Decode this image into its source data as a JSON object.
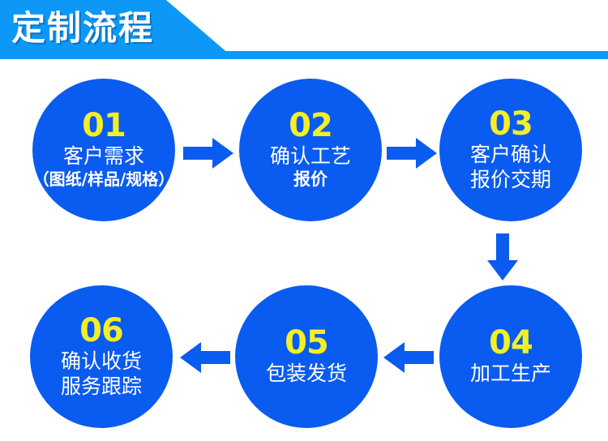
{
  "banner": {
    "title": "定制流程",
    "color": "#0d97f7",
    "title_color": "#ffffff"
  },
  "theme": {
    "circle_color": "#0a5bf0",
    "number_color": "#f2ef26",
    "text_color": "#ffffff",
    "arrow_color": "#0a5bf0",
    "background": "#ffffff"
  },
  "flow": {
    "nodes": [
      {
        "number": "01",
        "line1": "客户需求",
        "line2": "（图纸/样品/规格）"
      },
      {
        "number": "02",
        "line1": "确认工艺",
        "line2": "报价"
      },
      {
        "number": "03",
        "line1": "客户确认",
        "line2": "报价交期"
      },
      {
        "number": "04",
        "line1": "加工生产",
        "line2": ""
      },
      {
        "number": "05",
        "line1": "包装发货",
        "line2": ""
      },
      {
        "number": "06",
        "line1": "确认收货",
        "line2": "服务跟踪"
      }
    ],
    "arrows": [
      {
        "name": "arrow-01-to-02",
        "direction": "right"
      },
      {
        "name": "arrow-02-to-03",
        "direction": "right"
      },
      {
        "name": "arrow-03-to-04",
        "direction": "down"
      },
      {
        "name": "arrow-04-to-05",
        "direction": "left"
      },
      {
        "name": "arrow-05-to-06",
        "direction": "left"
      }
    ]
  }
}
